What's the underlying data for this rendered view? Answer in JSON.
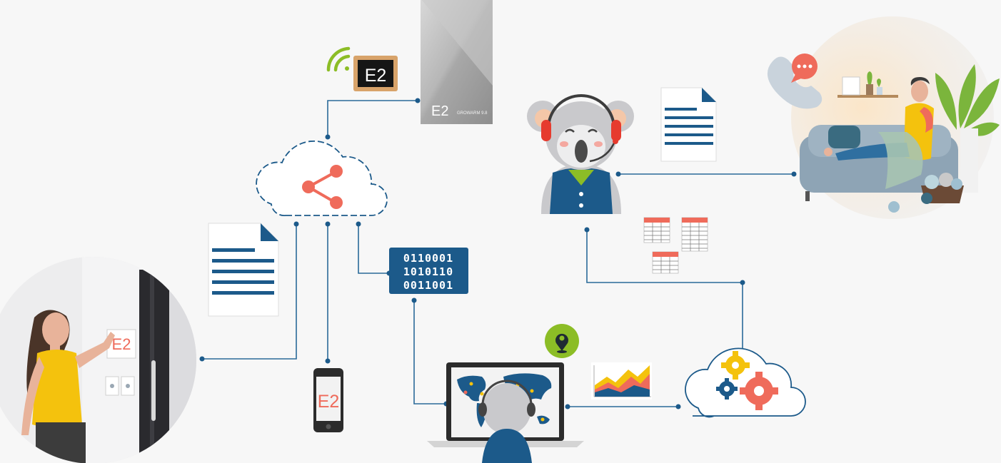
{
  "labels": {
    "tablet_text": "E2",
    "cabinet_text": "E2",
    "cabinet_brand": "GROWARM 9.8",
    "phone_text": "E2",
    "door_panel_text": "E2"
  },
  "binary": {
    "lines": [
      "0110001",
      "1010110",
      "0011001"
    ]
  },
  "colors": {
    "accent_blue": "#1c5a8a",
    "accent_coral": "#ef6b5b",
    "accent_green": "#8cbd26",
    "accent_yellow": "#f4c20d",
    "line": "#2a6a99"
  },
  "icons": [
    "wifi-icon",
    "share-icon",
    "document-icon",
    "binary-data-icon",
    "phone-icon",
    "location-pin-icon",
    "area-chart-icon",
    "gears-icon",
    "spreadsheet-icon",
    "chat-bubble-icon"
  ]
}
